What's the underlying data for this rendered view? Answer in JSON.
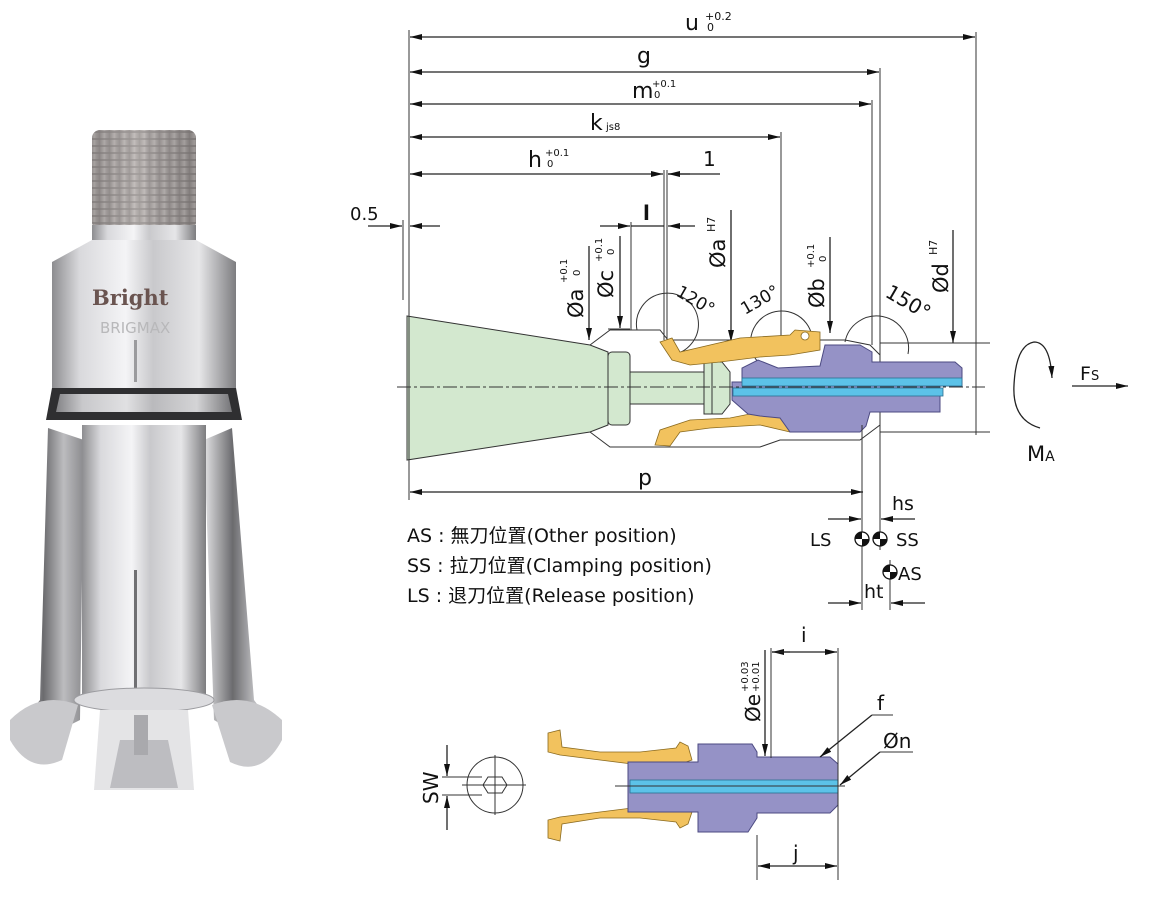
{
  "photo": {
    "brand_text": "Bright",
    "subtext": "BRIGMAX"
  },
  "dimensions": {
    "u": {
      "label": "u",
      "tol_upper": "+0.2",
      "tol_lower": "0"
    },
    "g": {
      "label": "g"
    },
    "m": {
      "label": "m",
      "tol_upper": "+0.1",
      "tol_lower": "0"
    },
    "k": {
      "label": "k",
      "fit": "js8"
    },
    "h": {
      "label": "h",
      "tol_upper": "+0.1",
      "tol_lower": "0"
    },
    "one": {
      "label": "1"
    },
    "half": {
      "label": "0.5"
    },
    "l": {
      "label": "l"
    },
    "a1": {
      "label": "Øa",
      "tol_upper": "+0.1",
      "tol_lower": "0"
    },
    "c": {
      "label": "Øc",
      "tol_upper": "+0.1",
      "tol_lower": "0"
    },
    "a2": {
      "label": "Øa",
      "fit": "H7"
    },
    "b": {
      "label": "Øb",
      "tol_upper": "+0.1",
      "tol_lower": "0"
    },
    "d": {
      "label": "Ød",
      "fit": "H7"
    },
    "p": {
      "label": "p"
    },
    "hs": {
      "label": "hs"
    },
    "ht": {
      "label": "ht"
    },
    "e": {
      "label": "Øe",
      "tol_upper": "+0.03",
      "tol_lower": "+0.01"
    },
    "i": {
      "label": "i"
    },
    "j": {
      "label": "j"
    },
    "f": {
      "label": "f"
    },
    "n": {
      "label": "Øn"
    },
    "sw": {
      "label": "SW"
    }
  },
  "angles": [
    "120°",
    "130°",
    "150°"
  ],
  "forces": {
    "fs": {
      "main": "F",
      "sub": "S"
    },
    "ma": {
      "main": "M",
      "sub": "A"
    }
  },
  "positions": {
    "ls": "LS",
    "ss": "SS",
    "as": "AS"
  },
  "legend": [
    {
      "code": "AS",
      "zh": "無刀位置",
      "en": "(Other position)"
    },
    {
      "code": "SS",
      "zh": "拉刀位置",
      "en": "(Clamping position)"
    },
    {
      "code": "LS",
      "zh": "退刀位置",
      "en": "(Release position)"
    }
  ],
  "colors": {
    "toolholder": "#d3e8cf",
    "gripper": "#f2c25e",
    "body": "#9592c6",
    "coolant": "#5cc2e8",
    "dim_orange": "#e07a1f"
  }
}
